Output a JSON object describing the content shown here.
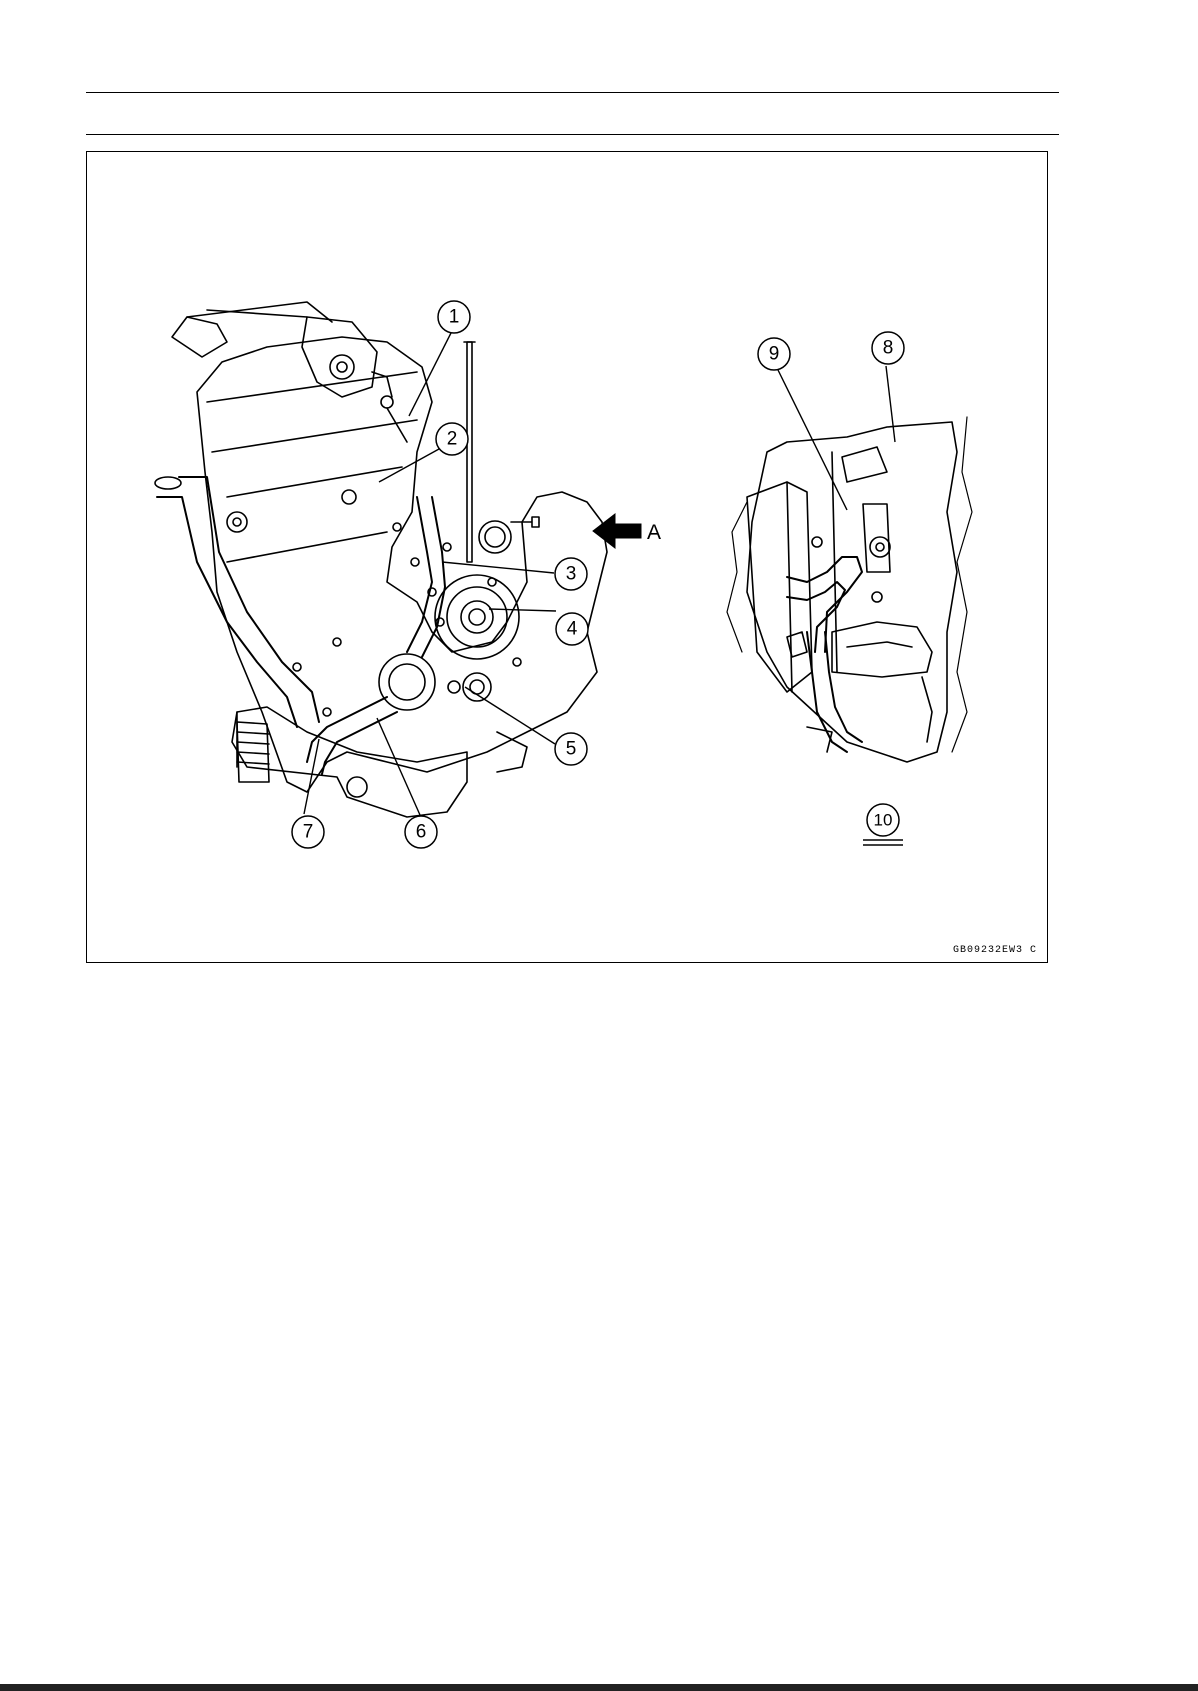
{
  "figure": {
    "callouts": [
      "1",
      "2",
      "3",
      "4",
      "5",
      "6",
      "7",
      "8",
      "9",
      "10"
    ],
    "view_arrow_label": "A",
    "figure_code": "GB09232EW3 C"
  }
}
